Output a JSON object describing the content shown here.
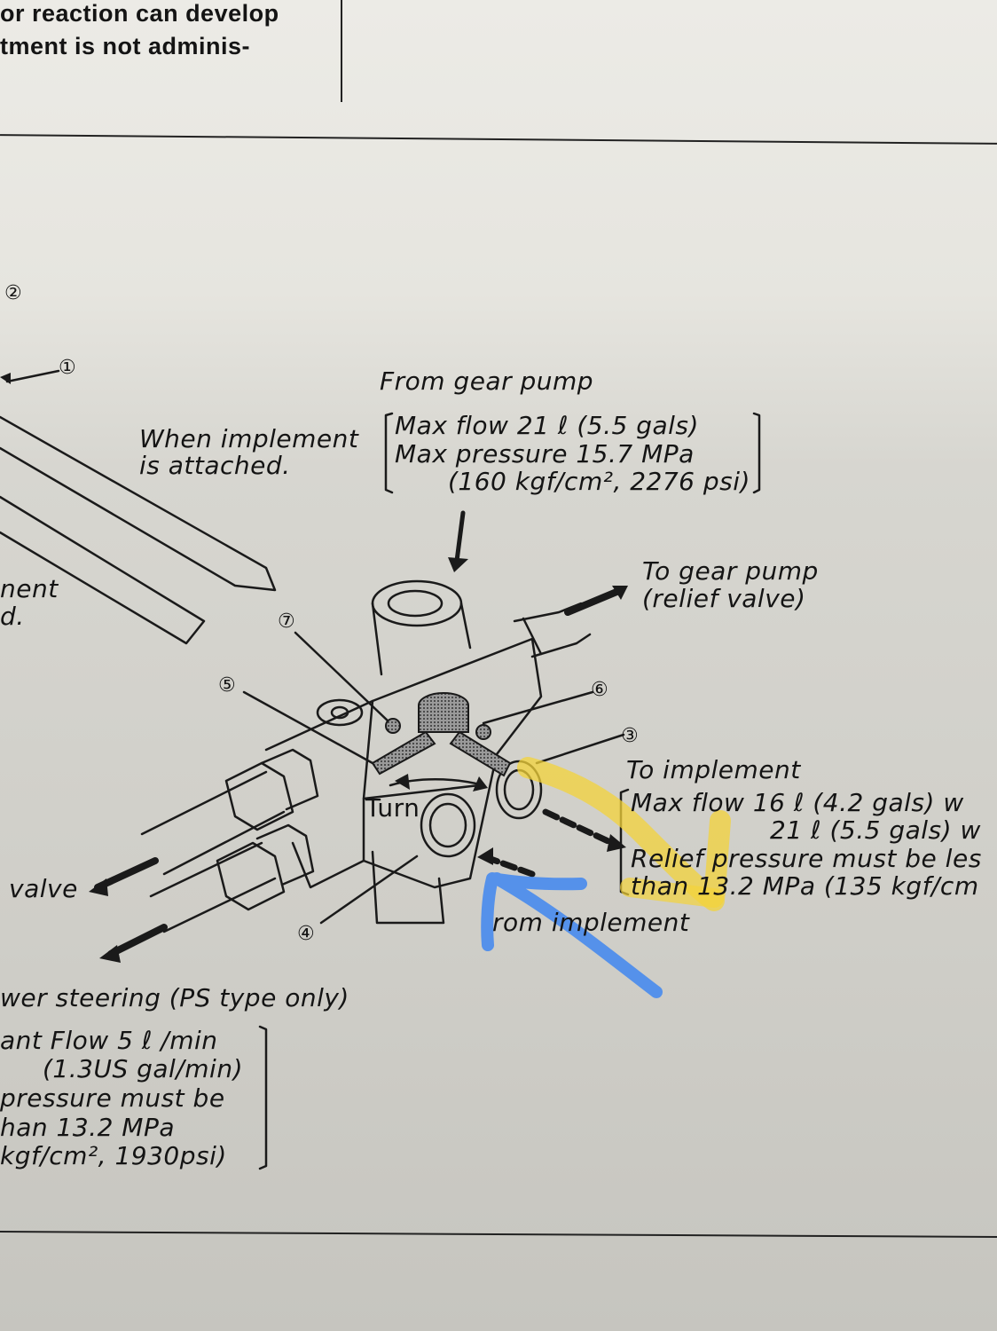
{
  "top_text": {
    "line1": "or reaction can develop",
    "line2": "tment is not adminis-"
  },
  "callouts": {
    "c1": "①",
    "c2": "②",
    "c3": "③",
    "c4": "④",
    "c5": "⑤",
    "c6": "⑥",
    "c7": "⑦"
  },
  "labels": {
    "from_gear_pump": "From gear pump",
    "gear_max_flow": "Max flow 21 ℓ  (5.5 gals)",
    "gear_max_pressure": "Max pressure 15.7 MPa",
    "gear_pressure_units": "(160 kgf/cm², 2276 psi)",
    "when_implement_1": "When implement",
    "when_implement_2": "is attached.",
    "left_ment": "nent",
    "left_d": "d.",
    "to_gear_pump_1": "To gear pump",
    "to_gear_pump_2": "(relief valve)",
    "turn": "Turn",
    "to_implement": "To implement",
    "impl_max_flow_1": "Max flow 16 ℓ  (4.2 gals) w",
    "impl_max_flow_2": "21 ℓ  (5.5 gals) w",
    "relief_1": "Relief pressure must be les",
    "relief_2": "than 13.2 MPa (135 kgf/cm",
    "from_implement": "rom implement",
    "valve": "valve",
    "power_steering": "wer steering (PS type only)",
    "ps_flow_1": "ant Flow 5 ℓ /min",
    "ps_flow_2": "(1.3US gal/min)",
    "ps_pressure_1": "pressure must be",
    "ps_pressure_2": "han 13.2 MPa",
    "ps_pressure_3": "kgf/cm², 1930psi)"
  },
  "colors": {
    "highlight_yellow": "#f3d33a",
    "highlight_blue": "#3f86f0",
    "ink": "#141414"
  }
}
